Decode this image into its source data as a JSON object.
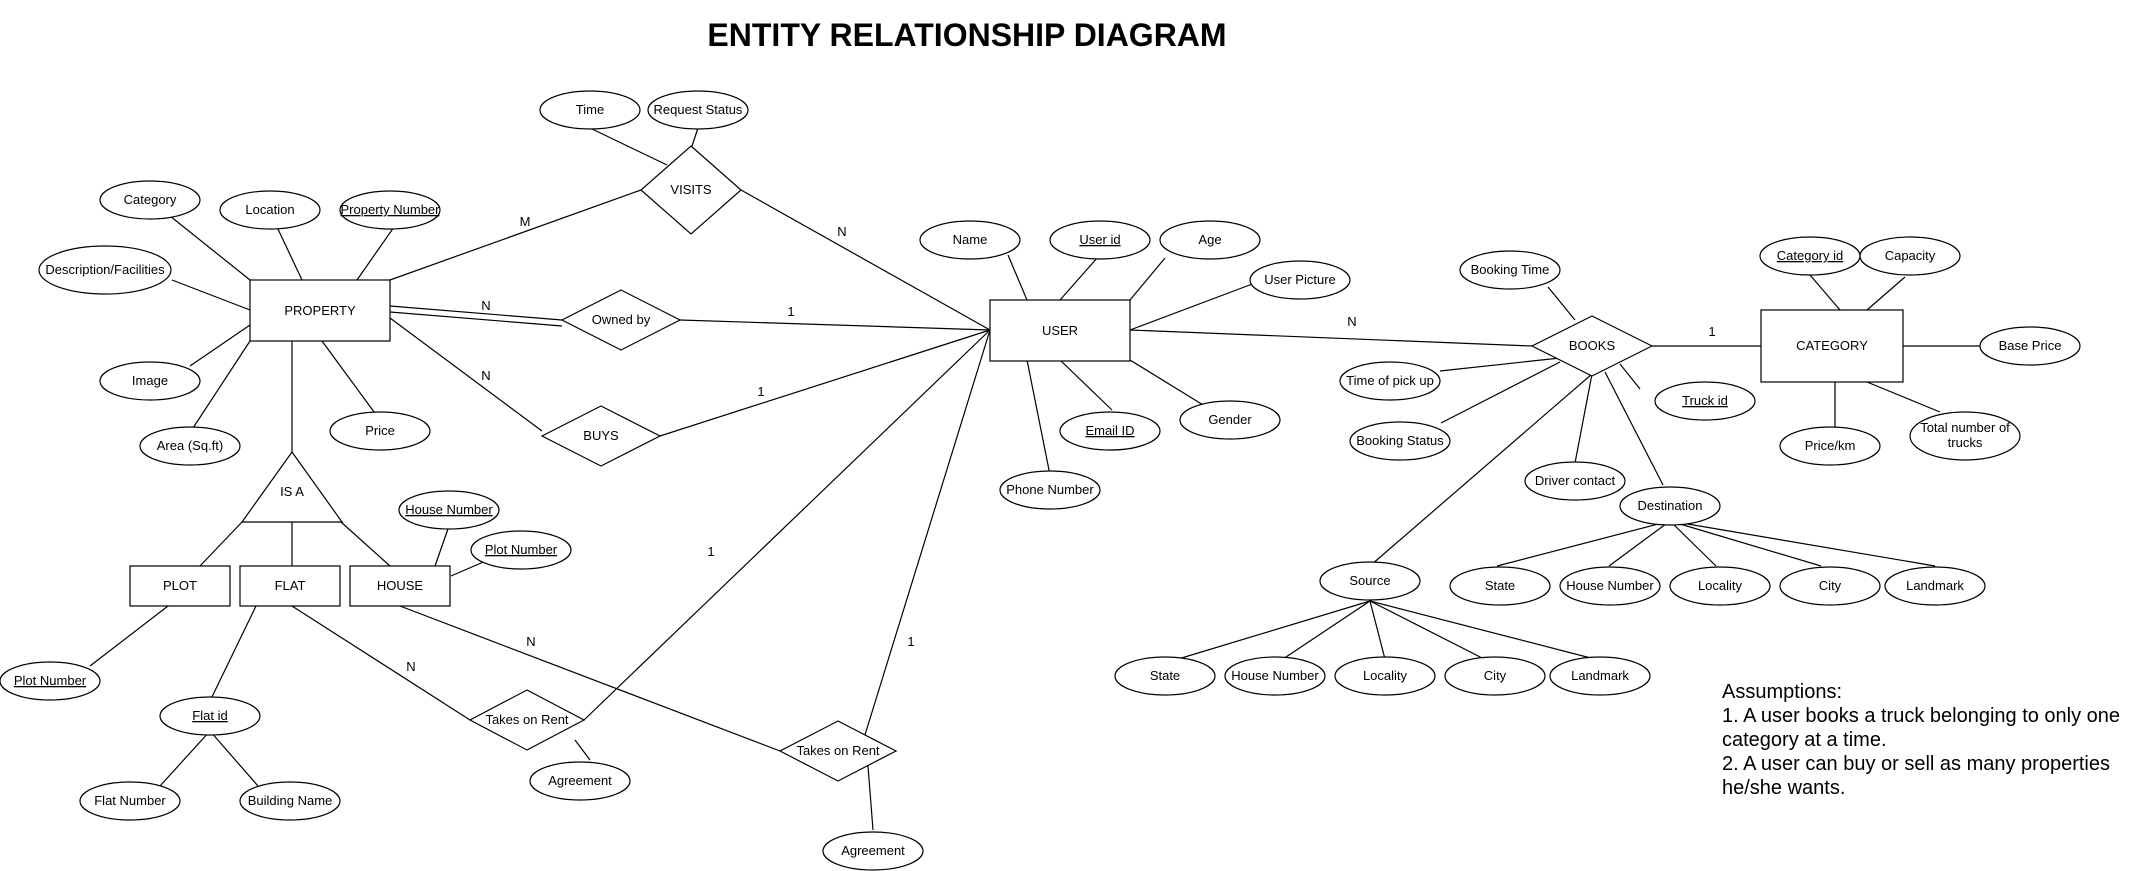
{
  "title": "ENTITY RELATIONSHIP DIAGRAM",
  "entities": {
    "property": "PROPERTY",
    "user": "USER",
    "category": "CATEGORY",
    "plot": "PLOT",
    "flat": "FLAT",
    "house": "HOUSE"
  },
  "relationships": {
    "visits": "VISITS",
    "owned_by": "Owned by",
    "buys": "BUYS",
    "books": "BOOKS",
    "takes_on_rent_flat": "Takes on Rent",
    "takes_on_rent_house": "Takes on Rent",
    "is_a": "IS A"
  },
  "attributes": {
    "time": "Time",
    "request_status": "Request Status",
    "category": "Category",
    "location": "Location",
    "property_number": "Property Number",
    "description": "Description/Facilities",
    "image": "Image",
    "area": "Area (Sq.ft)",
    "price": "Price",
    "house_number_house": "House Number",
    "plot_number_house": "Plot Number",
    "plot_number_plot": "Plot Number",
    "flat_id": "Flat id",
    "flat_number": "Flat Number",
    "building_name": "Building Name",
    "agreement_flat": "Agreement",
    "agreement_house": "Agreement",
    "name": "Name",
    "user_id": "User id",
    "age": "Age",
    "user_picture": "User Picture",
    "gender": "Gender",
    "email_id": "Email ID",
    "phone_number": "Phone Number",
    "booking_time": "Booking Time",
    "time_of_pickup": "Time of pick up",
    "booking_status": "Booking Status",
    "driver_contact": "Driver contact",
    "truck_id": "Truck id",
    "destination": "Destination",
    "dest_state": "State",
    "dest_house_number": "House Number",
    "dest_locality": "Locality",
    "dest_city": "City",
    "dest_landmark": "Landmark",
    "source": "Source",
    "src_state": "State",
    "src_house_number": "House Number",
    "src_locality": "Locality",
    "src_city": "City",
    "src_landmark": "Landmark",
    "category_id": "Category id",
    "capacity": "Capacity",
    "base_price": "Base Price",
    "price_km": "Price/km",
    "total_trucks_line1": "Total number of",
    "total_trucks_line2": "trucks"
  },
  "cardinalities": {
    "visits_property": "M",
    "visits_user": "N",
    "owned_by_property": "N",
    "owned_by_user": "1",
    "buys_property": "N",
    "buys_user": "1",
    "books_user": "N",
    "books_category": "1",
    "rent_flat_user": "1",
    "rent_flat_flat": "N",
    "rent_house_user": "1",
    "rent_house_house": "N"
  },
  "assumptions": {
    "heading": "Assumptions:",
    "item1_line1": "1. A user books a truck belonging to only one",
    "item1_line2": "category at a time.",
    "item2_line1": "2. A user can buy or sell as many properties",
    "item2_line2": "he/she wants."
  }
}
